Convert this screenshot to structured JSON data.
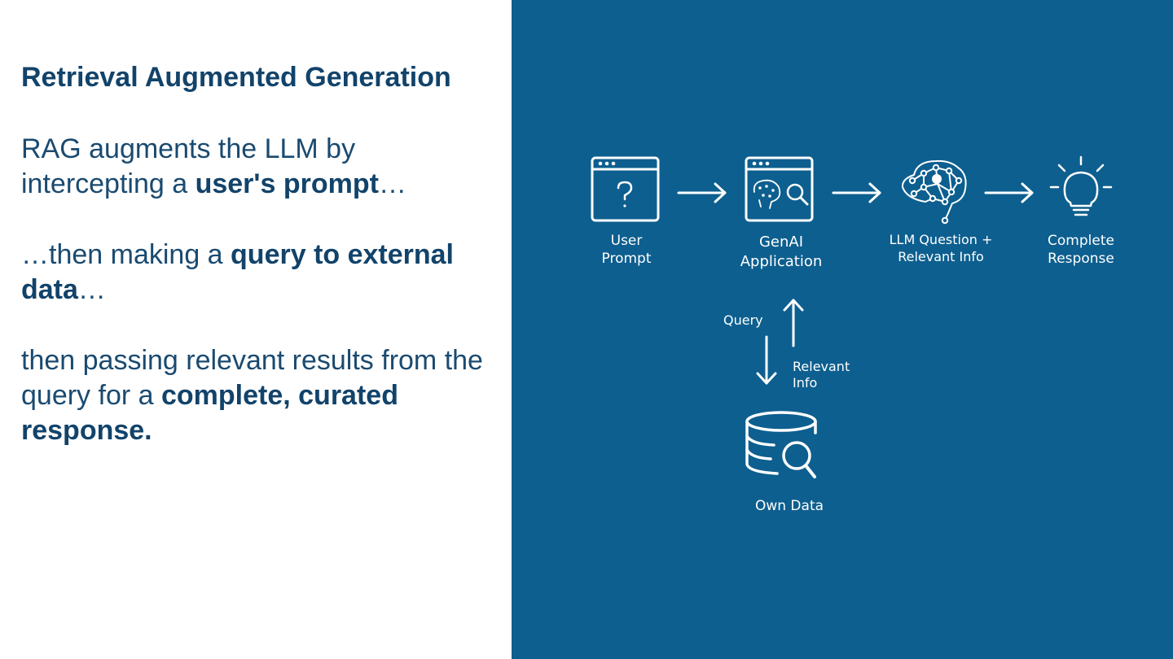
{
  "left": {
    "title": "Retrieval Augmented Generation",
    "p1": {
      "t1": "RAG augments the LLM by intercepting a ",
      "b1": "user's prompt",
      "t2": "…"
    },
    "p2": {
      "t1": "…then making a ",
      "b1": "query to external data",
      "t2": "…"
    },
    "p3": {
      "t1": "then passing relevant results from the query for a ",
      "b1": "complete, curated response."
    }
  },
  "diagram": {
    "nodes": {
      "user_prompt": [
        "User",
        "Prompt"
      ],
      "genai_app": [
        "GenAI",
        "Application"
      ],
      "llm": [
        "LLM Question +",
        "Relevant Info"
      ],
      "response": [
        "Complete",
        "Response"
      ],
      "own_data": "Own Data"
    },
    "query_label": "Query",
    "relevant_label": [
      "Relevant",
      "Info"
    ],
    "icons": {
      "user_prompt": "browser-question-icon",
      "genai_app": "browser-brain-search-icon",
      "llm": "neural-brain-icon",
      "response": "lightbulb-icon",
      "own_data": "database-search-icon"
    },
    "colors": {
      "panel": "#0d5f8f",
      "stroke": "#ffffff",
      "heading": "#12436a"
    }
  }
}
